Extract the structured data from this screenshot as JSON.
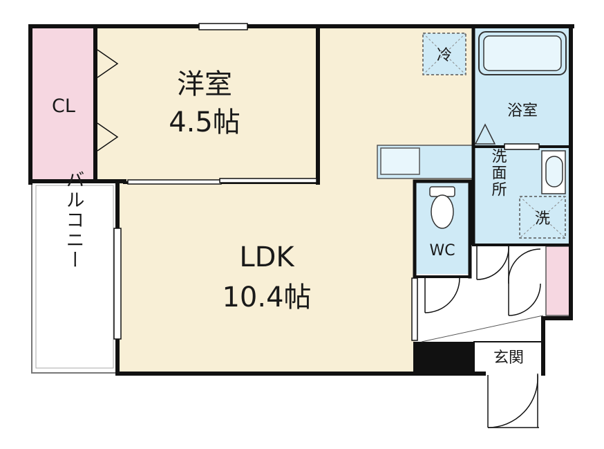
{
  "rooms": {
    "western_room": {
      "name": "洋室",
      "size": "4.5帖"
    },
    "ldk": {
      "name": "LDK",
      "size": "10.4帖"
    },
    "closet": {
      "name": "CL"
    },
    "balcony": {
      "name": "バルコニー"
    },
    "bathroom": {
      "name": "浴室"
    },
    "washroom": {
      "name": "洗面所"
    },
    "toilet": {
      "name": "WC"
    },
    "entrance": {
      "name": "玄関"
    }
  },
  "appliances": {
    "fridge": "冷",
    "washer": "洗"
  },
  "colors": {
    "room_fill": "#f8efd6",
    "closet_fill": "#f6d7e1",
    "wet_area_fill": "#cfeaf6",
    "wall": "#111111"
  }
}
